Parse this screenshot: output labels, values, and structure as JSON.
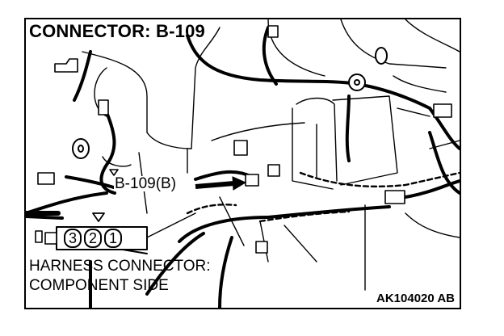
{
  "title": "CONNECTOR: B-109",
  "callout_label": "B-109(B)",
  "caption": {
    "line1": "HARNESS CONNECTOR:",
    "line2": "COMPONENT SIDE"
  },
  "figure_code": "AK104020 AB",
  "connector_pins": [
    "3",
    "2",
    "1"
  ],
  "colors": {
    "ink": "#000000",
    "paper": "#ffffff"
  }
}
